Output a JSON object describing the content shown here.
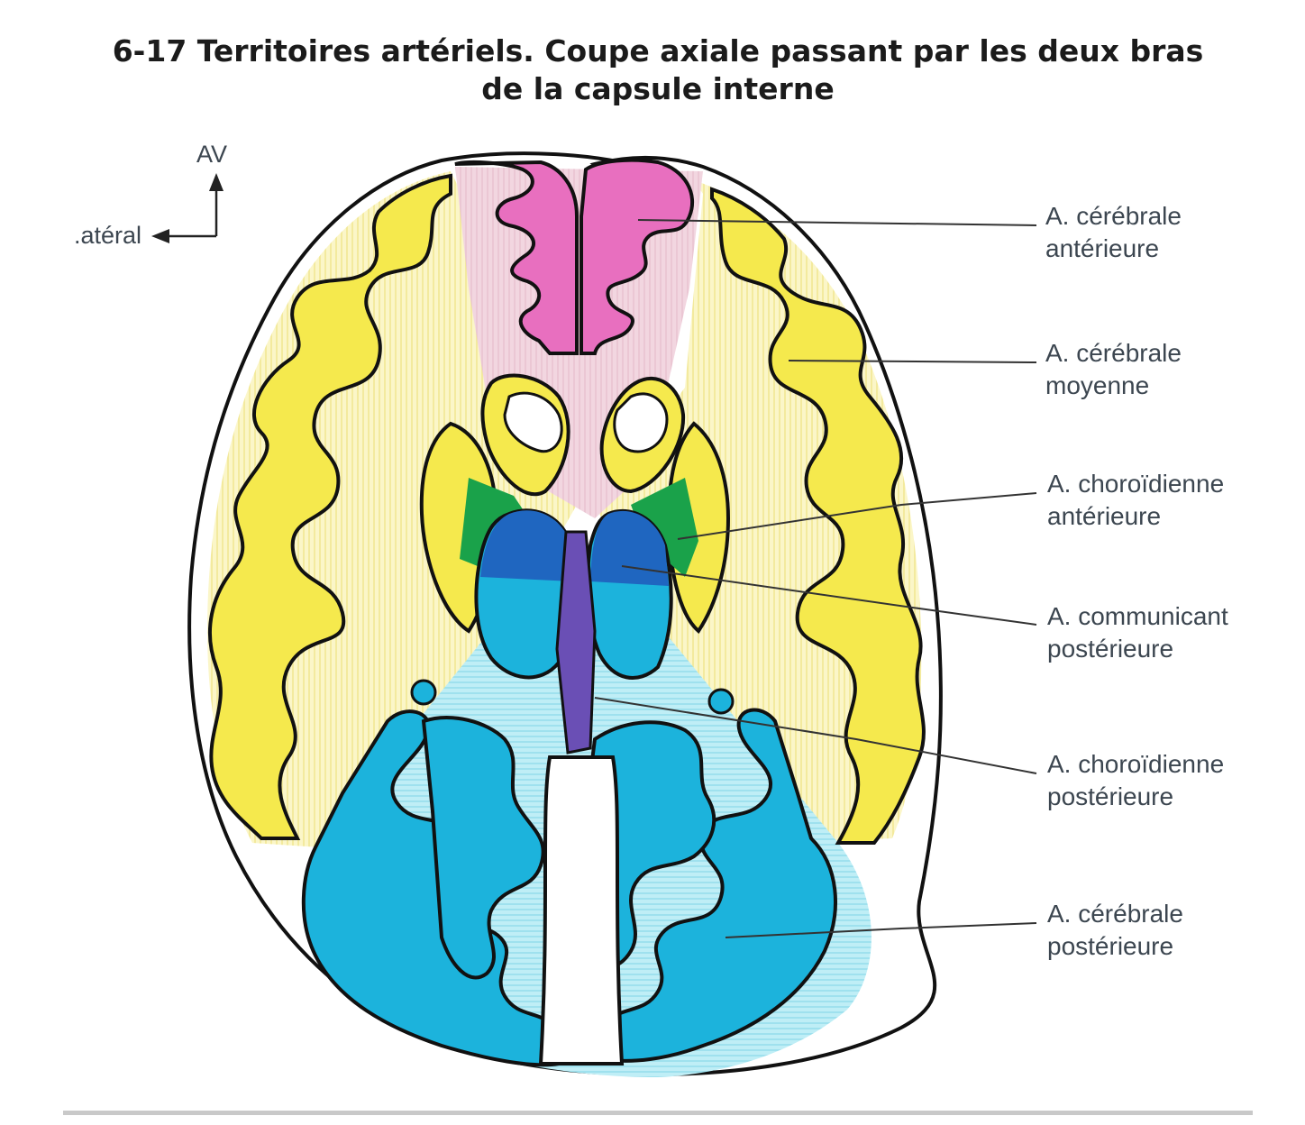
{
  "figure": {
    "title_line1": "6-17 Territoires artériels. Coupe axiale passant par les deux bras",
    "title_line2": "de la capsule interne"
  },
  "orientation": {
    "anterior": "AV",
    "lateral": ".atéral"
  },
  "legend": [
    {
      "line1": "A. cérébrale",
      "line2": "antérieure",
      "color": "#e86fbf"
    },
    {
      "line1": "A. cérébrale",
      "line2": "moyenne",
      "color": "#f2e84a"
    },
    {
      "line1": "A. choroïdienne",
      "line2": "antérieure",
      "color": "#1aa24a"
    },
    {
      "line1": "A. communicant",
      "line2": "postérieure",
      "color": "#1f66c0"
    },
    {
      "line1": "A. choroïdienne",
      "line2": "postérieure",
      "color": "#6a4fb5"
    },
    {
      "line1": "A. cérébrale",
      "line2": "postérieure",
      "color": "#1cb3dc"
    }
  ]
}
